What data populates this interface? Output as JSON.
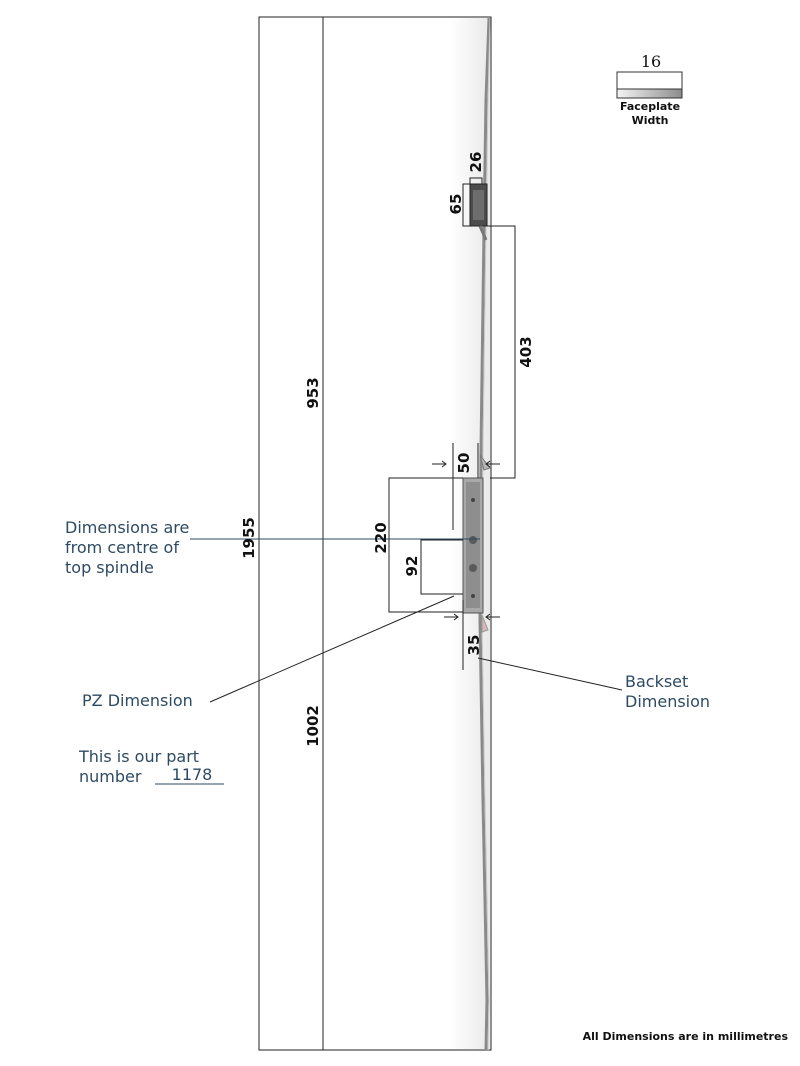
{
  "dimensions": {
    "overall_length": "1955",
    "upper_section": "953",
    "lower_section": "1002",
    "top_lock_to_spindle": "403",
    "top_keep_height": "65",
    "top_keep_width": "26",
    "spindle_offset": "50",
    "case_height": "220",
    "pz_centres": "92",
    "backset": "35"
  },
  "faceplate": {
    "width_value": "16",
    "label_line1": "Faceplate",
    "label_line2": "Width"
  },
  "notes": {
    "spindle_line1": "Dimensions are",
    "spindle_line2": "from centre of",
    "spindle_line3": "top spindle",
    "pz_label": "PZ Dimension",
    "backset_line1": "Backset",
    "backset_line2": "Dimension",
    "part_line1": "This is our part",
    "part_line2_prefix": "number",
    "part_number": "1178",
    "units_footer": "All Dimensions are in millimetres"
  }
}
